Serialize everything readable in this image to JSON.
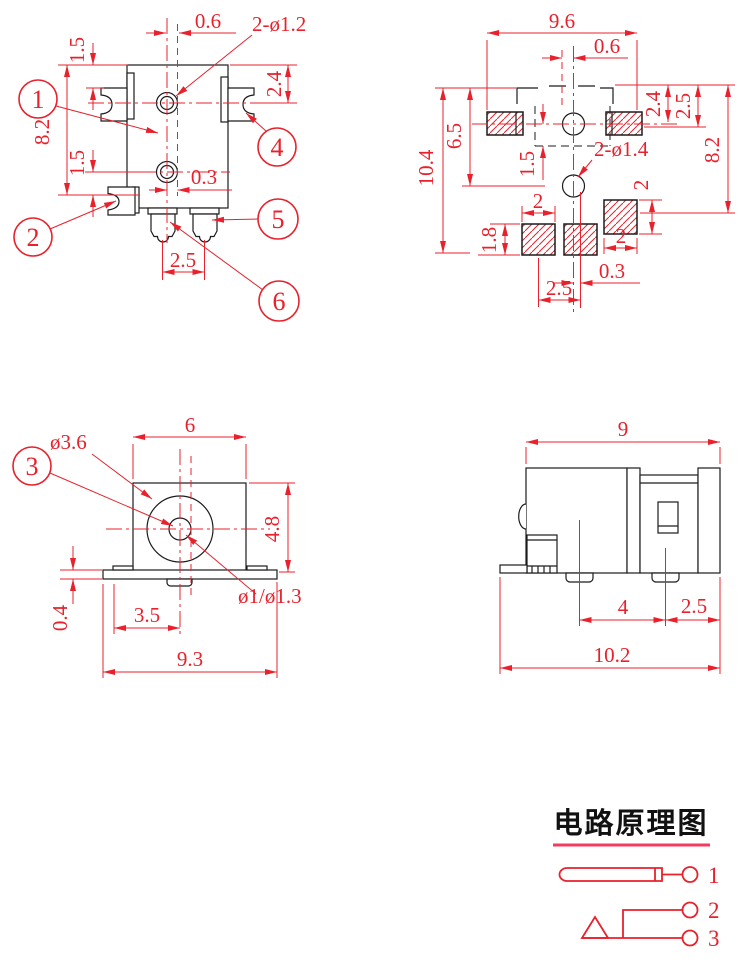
{
  "colors": {
    "dimension_red": "#e8212c",
    "object_black": "#1c1c1c",
    "title_underline": "#f43b5e"
  },
  "front": {
    "dim_offset_top": "0.6",
    "hole_note": "2-ø1.2",
    "dim_clip_top": "1.5",
    "dim_height": "8.2",
    "dim_clip_bottom": "1.5",
    "dim_clip_right": "2.4",
    "dim_offset_bottom": "0.3",
    "dim_prong_pitch": "2.5",
    "callouts": {
      "c1": "1",
      "c2": "2",
      "c4": "4",
      "c5": "5",
      "c6": "6"
    }
  },
  "pad": {
    "dim_width": "9.6",
    "dim_offset": "0.6",
    "dim_pad_top_center": "2.4",
    "dim_pad_top_edge": "2.5",
    "dim_total_height": "10.4",
    "dim_hole_depth": "6.5",
    "dim_hole_gap": "1.5",
    "hole_note": "2-ø1.4",
    "dim_height": "8.2",
    "dim_pad_left_w": "2",
    "dim_pad_left_h": "1.8",
    "dim_pad_right_h": "2",
    "dim_pad_right_w": "2",
    "dim_offset_bottom": "0.3",
    "dim_pad_pitch": "2.5"
  },
  "side": {
    "dia_barrel": "ø3.6",
    "dim_width": "6",
    "dim_height": "4.8",
    "dia_pin": "ø1/ø1.3",
    "dim_base_thickness": "0.4",
    "dim_pin_pos": "3.5",
    "dim_base_width": "9.3",
    "callout_3": "3"
  },
  "end": {
    "dim_width": "9",
    "dim_foot_span": "4",
    "dim_foot_right": "2.5",
    "dim_base_width": "10.2"
  },
  "schematic": {
    "title": "电路原理图",
    "pin_1": "1",
    "pin_2": "2",
    "pin_3": "3"
  }
}
